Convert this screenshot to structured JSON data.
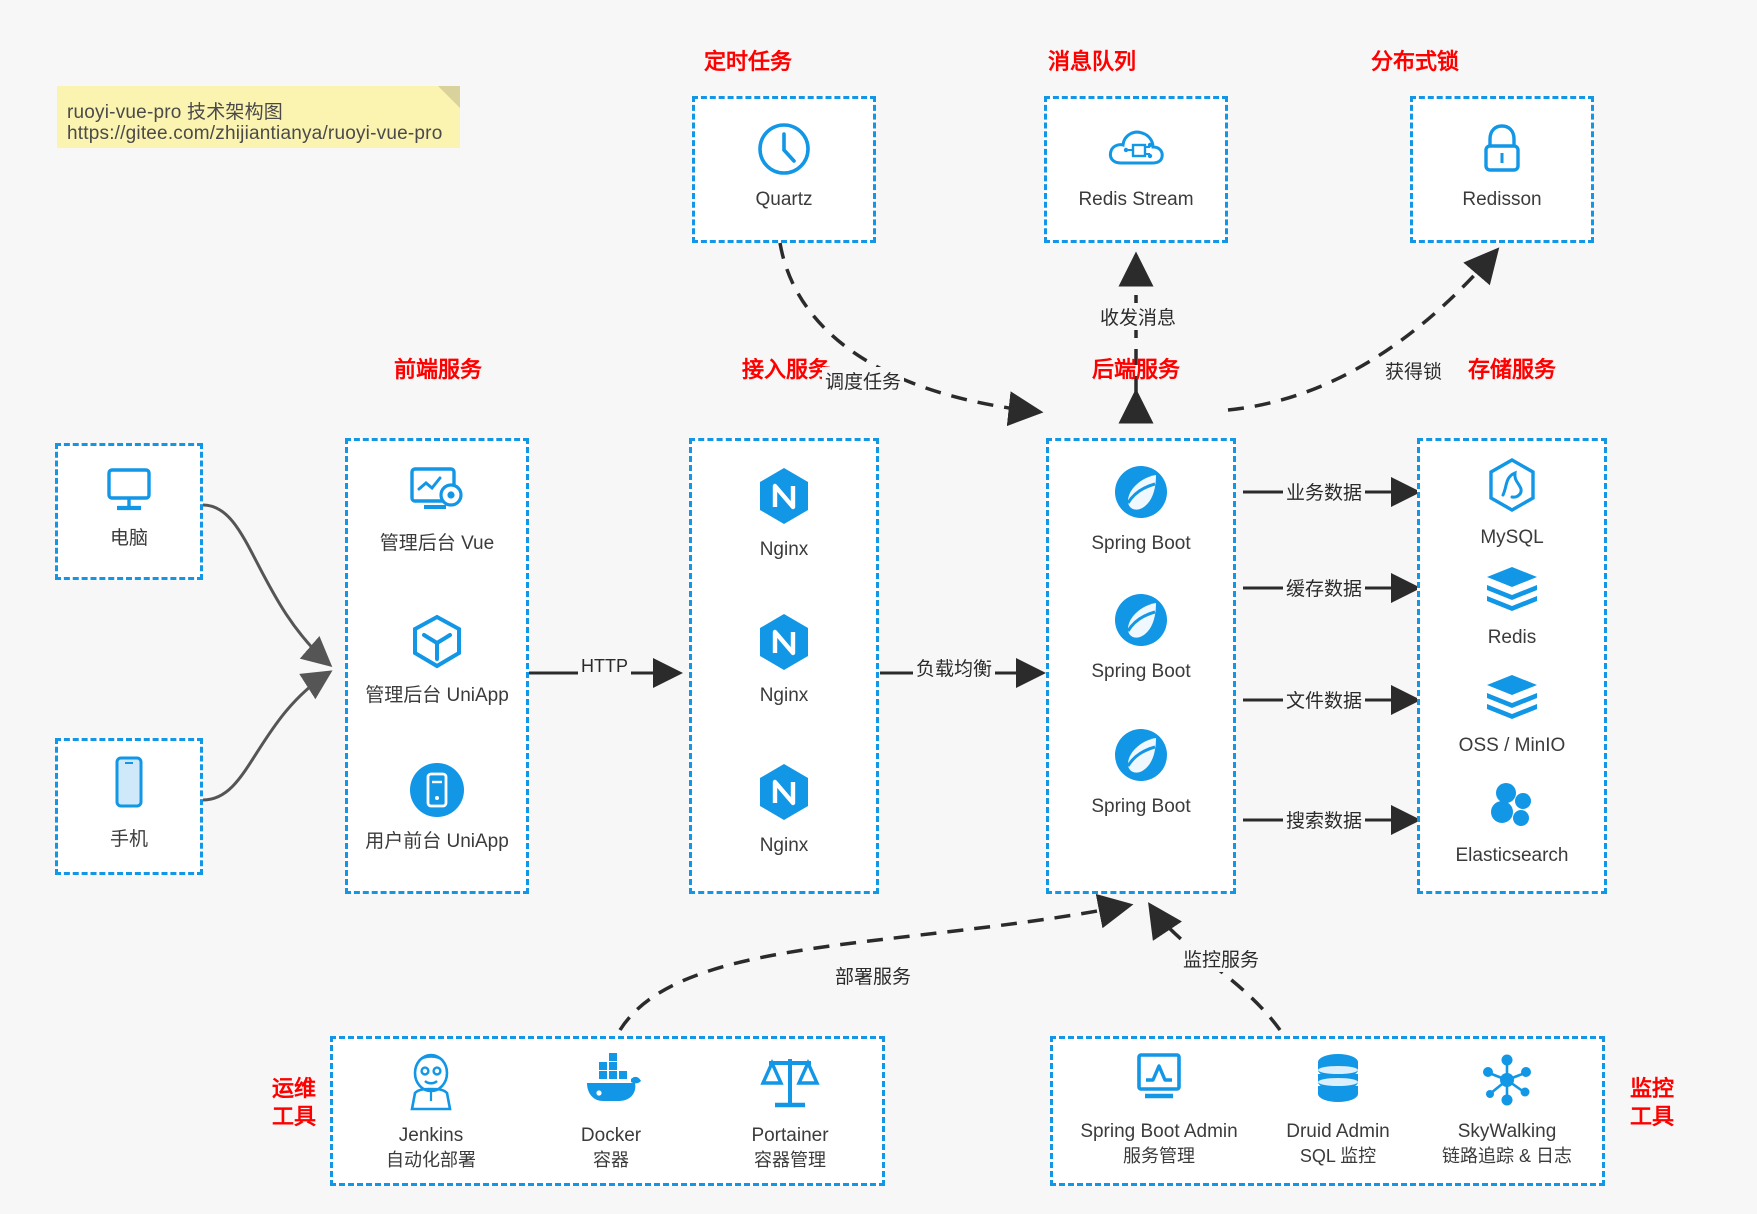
{
  "note": {
    "line1": "ruoyi-vue-pro 技术架构图",
    "line2": "https://gitee.com/zhijiantianya/ruoyi-vue-pro"
  },
  "colors": {
    "accent_blue": "#1296e6",
    "title_red": "#ff0000",
    "background": "#f7f7f7",
    "box_fill": "#ffffff",
    "arrow_dark": "#2b2b2b",
    "arrow_gray": "#555555",
    "note_yellow": "#fbf3b0"
  },
  "groups": {
    "scheduled_task": {
      "title": "定时任务",
      "items": [
        {
          "label": "Quartz",
          "icon": "clock-icon"
        }
      ]
    },
    "message_queue": {
      "title": "消息队列",
      "items": [
        {
          "label": "Redis Stream",
          "icon": "cloud-stream-icon"
        }
      ]
    },
    "distributed_lock": {
      "title": "分布式锁",
      "items": [
        {
          "label": "Redisson",
          "icon": "lock-icon"
        }
      ]
    },
    "clients": {
      "items": [
        {
          "label": "电脑",
          "icon": "desktop-monitor-icon"
        },
        {
          "label": "手机",
          "icon": "mobile-phone-icon"
        }
      ]
    },
    "frontend": {
      "title": "前端服务",
      "items": [
        {
          "label": "管理后台 Vue",
          "icon": "dashboard-gear-icon"
        },
        {
          "label": "管理后台 UniApp",
          "icon": "uniapp-cube-icon"
        },
        {
          "label": "用户前台 UniApp",
          "icon": "app-phone-icon"
        }
      ]
    },
    "gateway": {
      "title": "接入服务",
      "items": [
        {
          "label": "Nginx",
          "icon": "nginx-icon"
        },
        {
          "label": "Nginx",
          "icon": "nginx-icon"
        },
        {
          "label": "Nginx",
          "icon": "nginx-icon"
        }
      ]
    },
    "backend": {
      "title": "后端服务",
      "items": [
        {
          "label": "Spring Boot",
          "icon": "spring-boot-icon"
        },
        {
          "label": "Spring Boot",
          "icon": "spring-boot-icon"
        },
        {
          "label": "Spring Boot",
          "icon": "spring-boot-icon"
        }
      ]
    },
    "storage": {
      "title": "存储服务",
      "items": [
        {
          "label": "MySQL",
          "icon": "mysql-dolphin-icon"
        },
        {
          "label": "Redis",
          "icon": "redis-stack-icon"
        },
        {
          "label": "OSS / MinIO",
          "icon": "redis-stack-icon"
        },
        {
          "label": "Elasticsearch",
          "icon": "elasticsearch-icon"
        }
      ]
    },
    "devops": {
      "title": "运维\n工具",
      "title_line1": "运维",
      "title_line2": "工具",
      "items": [
        {
          "label": "Jenkins",
          "sublabel": "自动化部署",
          "icon": "jenkins-butler-icon"
        },
        {
          "label": "Docker",
          "sublabel": "容器",
          "icon": "docker-whale-icon"
        },
        {
          "label": "Portainer",
          "sublabel": "容器管理",
          "icon": "scales-balance-icon"
        }
      ]
    },
    "monitoring": {
      "title_line1": "监控",
      "title_line2": "工具",
      "items": [
        {
          "label": "Spring Boot Admin",
          "sublabel": "服务管理",
          "icon": "monitor-chart-icon"
        },
        {
          "label": "Druid Admin",
          "sublabel": "SQL 监控",
          "icon": "database-cylinder-icon"
        },
        {
          "label": "SkyWalking",
          "sublabel": "链路追踪 & 日志",
          "icon": "network-nodes-icon"
        }
      ]
    }
  },
  "edges": [
    {
      "id": "http",
      "label": "HTTP"
    },
    {
      "id": "load-balance",
      "label": "负载均衡"
    },
    {
      "id": "schedule-task",
      "label": "调度任务"
    },
    {
      "id": "send-receive-message",
      "label": "收发消息"
    },
    {
      "id": "acquire-lock",
      "label": "获得锁"
    },
    {
      "id": "business-data",
      "label": "业务数据"
    },
    {
      "id": "cache-data",
      "label": "缓存数据"
    },
    {
      "id": "file-data",
      "label": "文件数据"
    },
    {
      "id": "search-data",
      "label": "搜索数据"
    },
    {
      "id": "deploy-service",
      "label": "部署服务"
    },
    {
      "id": "monitor-service",
      "label": "监控服务"
    }
  ]
}
